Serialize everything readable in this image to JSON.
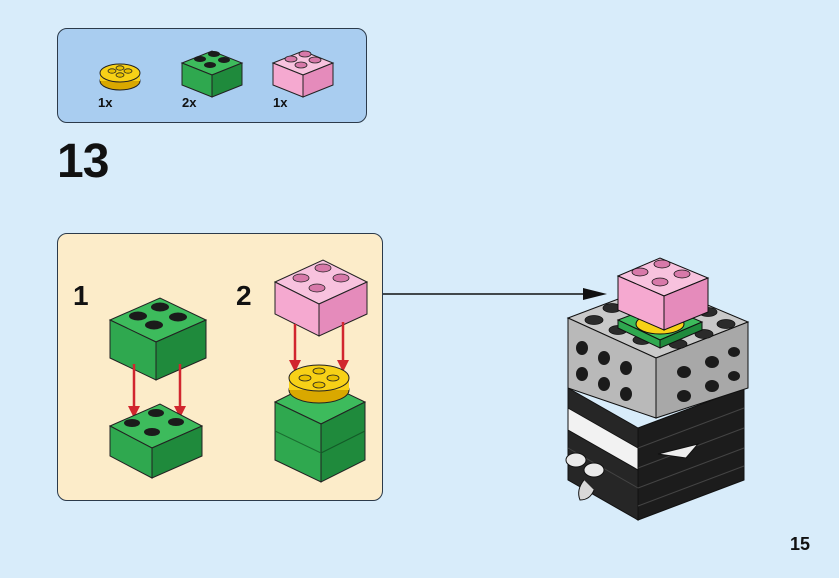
{
  "parts_list": {
    "items": [
      {
        "name": "round-plate-yellow",
        "qty": "1x",
        "color": "#f7d117"
      },
      {
        "name": "brick-2x2-green",
        "qty": "2x",
        "color": "#2fa84f"
      },
      {
        "name": "brick-2x2-pink",
        "qty": "1x",
        "color": "#f5a9d0"
      }
    ]
  },
  "step": {
    "number": "13"
  },
  "sub_steps": [
    {
      "label": "1"
    },
    {
      "label": "2"
    }
  ],
  "page": {
    "number": "15"
  },
  "colors": {
    "background": "#d8ecfa",
    "parts_box": "#a9cdf0",
    "sub_box": "#fcecc9",
    "arrow_red": "#d1262e",
    "green": "#2fa84f",
    "pink": "#f5a9d0",
    "yellow": "#f7d117",
    "gray": "#b9b9b9",
    "black": "#1c1c1c"
  }
}
